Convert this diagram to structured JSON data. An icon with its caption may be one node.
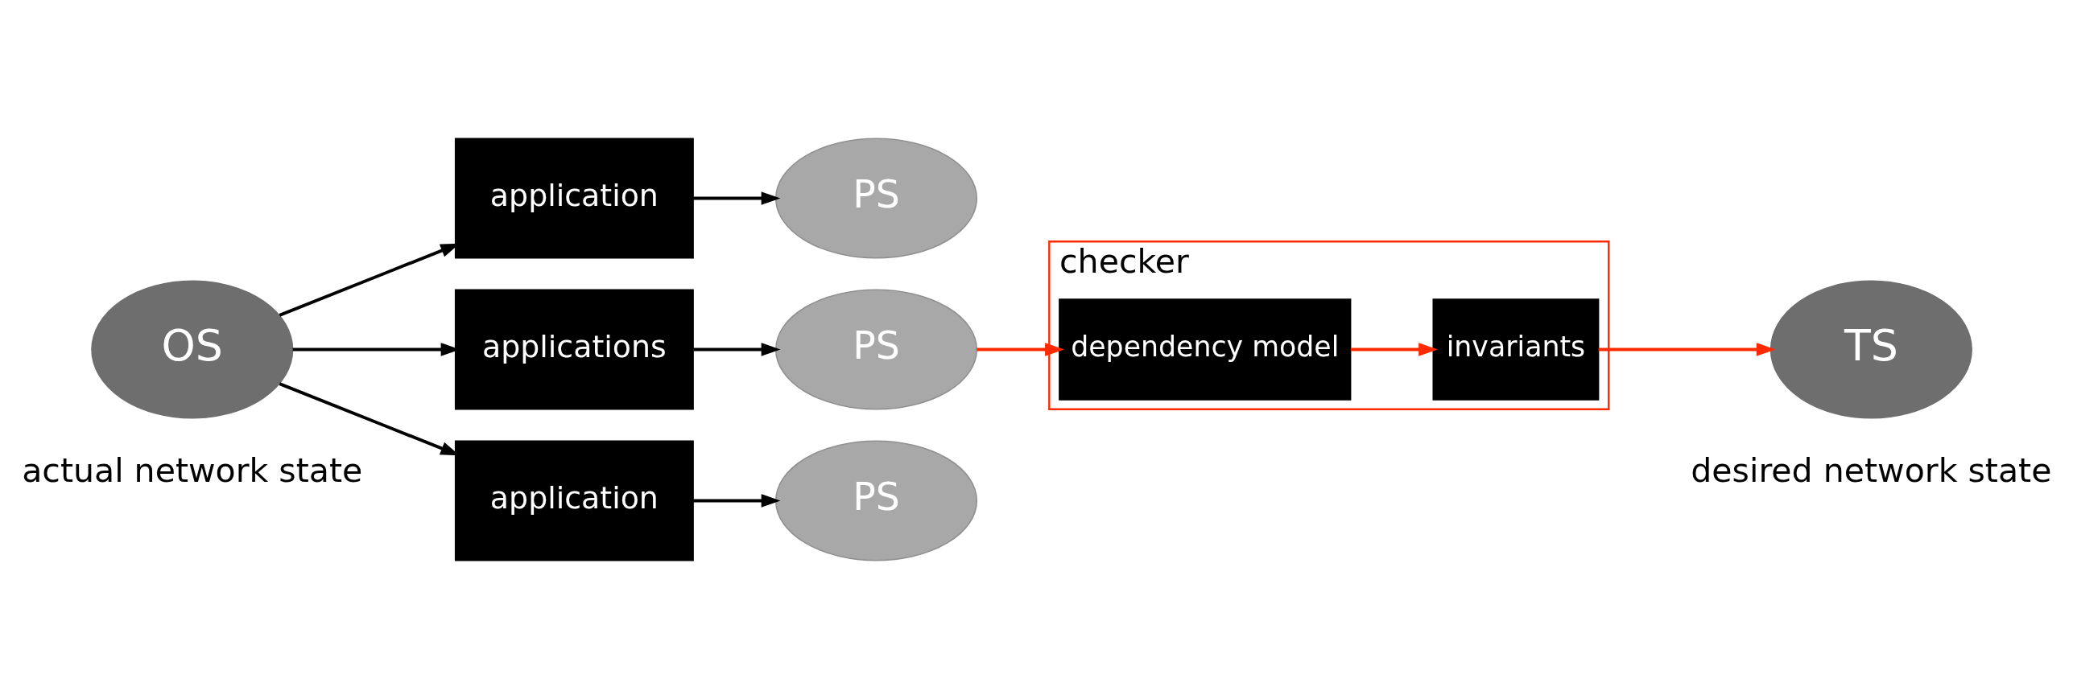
{
  "diagram": {
    "nodes": [
      {
        "text": [
          "OS"
        ],
        "beside": [
          "actual network state"
        ]
      },
      {
        "text": [
          "application"
        ]
      },
      {
        "text": [
          "applications"
        ]
      },
      {
        "text": [
          "application"
        ]
      },
      {
        "text": [
          "PS"
        ]
      },
      {
        "text": [
          "PS"
        ]
      },
      {
        "text": [
          "PS"
        ]
      },
      {
        "text": [
          "checker"
        ]
      },
      {
        "text": [
          "dependency model"
        ],
        "in": 7
      },
      {
        "text": [
          "invariants"
        ],
        "in": 7
      },
      {
        "text": [
          "TS"
        ],
        "beside": [
          "desired network state"
        ]
      }
    ],
    "edges": [
      {
        "from": 0,
        "to": 1,
        "arrow": "to"
      },
      {
        "from": 0,
        "to": 2,
        "arrow": "to"
      },
      {
        "from": 0,
        "to": 3,
        "arrow": "to"
      },
      {
        "from": 1,
        "to": 4,
        "arrow": "to"
      },
      {
        "from": 2,
        "to": 5,
        "arrow": "to"
      },
      {
        "from": 3,
        "to": 6,
        "arrow": "to"
      },
      {
        "from": 5,
        "to": 8,
        "arrow": "to",
        "color": "#ff2a00"
      },
      {
        "from": 8,
        "to": 9,
        "arrow": "to",
        "color": "#ff2a00"
      },
      {
        "from": 9,
        "to": 10,
        "arrow": "to",
        "color": "#ff2a00"
      }
    ]
  }
}
